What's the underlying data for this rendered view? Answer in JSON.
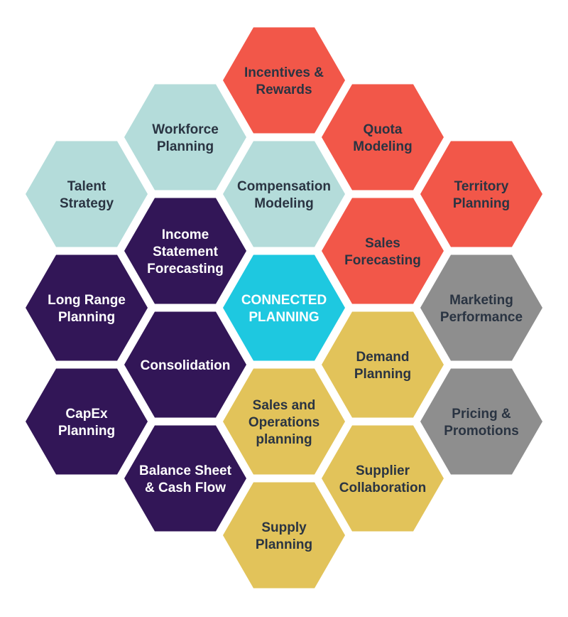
{
  "colors": {
    "sales": "#f25749",
    "workforce": "#b4dcda",
    "finance": "#321657",
    "core": "#1ec8e0",
    "marketing": "#8e8e8e",
    "supply": "#e2c35a",
    "text_dark": "#2a3442",
    "text_light": "#ffffff"
  },
  "cells": [
    {
      "id": "incentives-rewards",
      "col": 0,
      "row": -2,
      "group": "sales",
      "lines": [
        "Incentives &",
        "Rewards"
      ]
    },
    {
      "id": "workforce-planning",
      "col": -1,
      "row": -1.5,
      "group": "workforce",
      "lines": [
        "Workforce",
        "Planning"
      ]
    },
    {
      "id": "quota-modeling",
      "col": 1,
      "row": -1.5,
      "group": "sales",
      "lines": [
        "Quota",
        "Modeling"
      ]
    },
    {
      "id": "talent-strategy",
      "col": -2,
      "row": -1,
      "group": "workforce",
      "lines": [
        "Talent",
        "Strategy"
      ]
    },
    {
      "id": "compensation-modeling",
      "col": 0,
      "row": -1,
      "group": "workforce",
      "lines": [
        "Compensation",
        "Modeling"
      ]
    },
    {
      "id": "territory-planning",
      "col": 2,
      "row": -1,
      "group": "sales",
      "lines": [
        "Territory",
        "Planning"
      ]
    },
    {
      "id": "income-statement-forecasting",
      "col": -1,
      "row": -0.5,
      "group": "finance",
      "lines": [
        "Income",
        "Statement",
        "Forecasting"
      ]
    },
    {
      "id": "sales-forecasting",
      "col": 1,
      "row": -0.5,
      "group": "sales",
      "lines": [
        "Sales",
        "Forecasting"
      ]
    },
    {
      "id": "long-range-planning",
      "col": -2,
      "row": 0,
      "group": "finance",
      "lines": [
        "Long Range",
        "Planning"
      ]
    },
    {
      "id": "connected-planning",
      "col": 0,
      "row": 0,
      "group": "core",
      "lines": [
        "CONNECTED",
        "PLANNING"
      ]
    },
    {
      "id": "marketing-performance",
      "col": 2,
      "row": 0,
      "group": "marketing",
      "lines": [
        "Marketing",
        "Performance"
      ]
    },
    {
      "id": "consolidation",
      "col": -1,
      "row": 0.5,
      "group": "finance",
      "lines": [
        "Consolidation"
      ]
    },
    {
      "id": "demand-planning",
      "col": 1,
      "row": 0.5,
      "group": "supply",
      "lines": [
        "Demand",
        "Planning"
      ]
    },
    {
      "id": "capex-planning",
      "col": -2,
      "row": 1,
      "group": "finance",
      "lines": [
        "CapEx",
        "Planning"
      ]
    },
    {
      "id": "sales-and-operations-planning",
      "col": 0,
      "row": 1,
      "group": "supply",
      "lines": [
        "Sales and",
        "Operations",
        "planning"
      ]
    },
    {
      "id": "pricing-promotions",
      "col": 2,
      "row": 1,
      "group": "marketing",
      "lines": [
        "Pricing &",
        "Promotions"
      ]
    },
    {
      "id": "balance-sheet-cash-flow",
      "col": -1,
      "row": 1.5,
      "group": "finance",
      "lines": [
        "Balance Sheet",
        "& Cash Flow"
      ]
    },
    {
      "id": "supplier-collaboration",
      "col": 1,
      "row": 1.5,
      "group": "supply",
      "lines": [
        "Supplier",
        "Collaboration"
      ]
    },
    {
      "id": "supply-planning",
      "col": 0,
      "row": 2,
      "group": "supply",
      "lines": [
        "Supply",
        "Planning"
      ]
    }
  ]
}
